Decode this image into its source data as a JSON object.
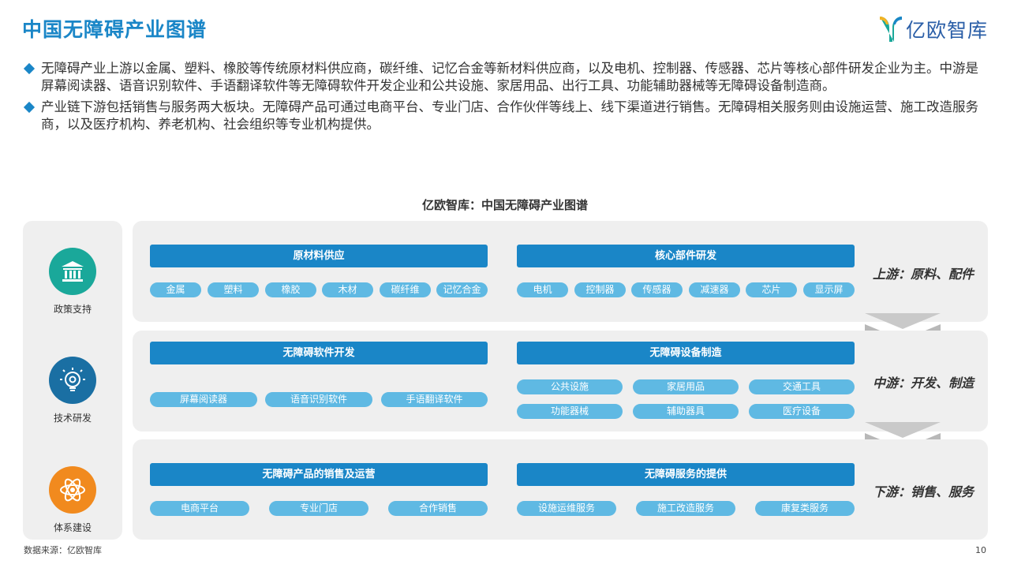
{
  "header": {
    "title": "中国无障碍产业图谱",
    "logo_text": "亿欧智库"
  },
  "bullets": [
    "无障碍产业上游以金属、塑料、橡胶等传统原材料供应商，碳纤维、记忆合金等新材料供应商，以及电机、控制器、传感器、芯片等核心部件研发企业为主。中游是屏幕阅读器、语音识别软件、手语翻译软件等无障碍软件开发企业和公共设施、家居用品、出行工具、功能辅助器械等无障碍设备制造商。",
    "产业链下游包括销售与服务两大板块。无障碍产品可通过电商平台、专业门店、合作伙伴等线上、线下渠道进行销售。无障碍相关服务则由设施运营、施工改造服务商，以及医疗机构、养老机构、社会组织等专业机构提供。"
  ],
  "diagram": {
    "title": "亿欧智库：中国无障碍产业图谱",
    "side": [
      {
        "label": "政策支持",
        "icon": "bank-icon",
        "color": "#1aa89a"
      },
      {
        "label": "技术研发",
        "icon": "lightbulb-gear-icon",
        "color": "#1a6fa3"
      },
      {
        "label": "体系建设",
        "icon": "atom-icon",
        "color": "#f18a1e"
      }
    ],
    "upstream": {
      "label": "上游：原料、配件",
      "left": {
        "header": "原材料供应",
        "items": [
          "金属",
          "塑料",
          "橡胶",
          "木材",
          "碳纤维",
          "记忆合金"
        ]
      },
      "right": {
        "header": "核心部件研发",
        "items": [
          "电机",
          "控制器",
          "传感器",
          "减速器",
          "芯片",
          "显示屏"
        ]
      }
    },
    "midstream": {
      "label": "中游：开发、制造",
      "left": {
        "header": "无障碍软件开发",
        "items": [
          "屏幕阅读器",
          "语音识别软件",
          "手语翻译软件"
        ]
      },
      "right": {
        "header": "无障碍设备制造",
        "items": [
          "公共设施",
          "家居用品",
          "交通工具",
          "功能器械",
          "辅助器具",
          "医疗设备"
        ]
      }
    },
    "downstream": {
      "label": "下游：销售、服务",
      "left": {
        "header": "无障碍产品的销售及运营",
        "items": [
          "电商平台",
          "专业门店",
          "合作销售"
        ]
      },
      "right": {
        "header": "无障碍服务的提供",
        "items": [
          "设施运维服务",
          "施工改造服务",
          "康复类服务"
        ]
      }
    }
  },
  "footer": {
    "source": "数据来源：亿欧智库",
    "page": "10"
  },
  "colors": {
    "brand": "#1a86c7",
    "pill": "#5fb9e3",
    "panel": "#efefef"
  }
}
